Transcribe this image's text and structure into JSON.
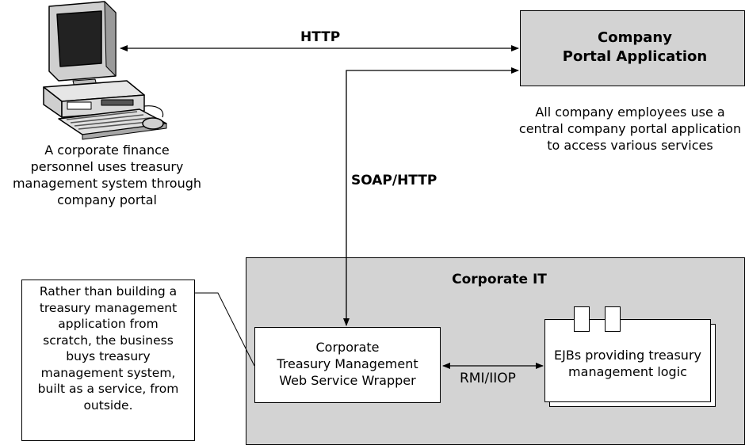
{
  "labels": {
    "http": "HTTP",
    "soap_http": "SOAP/HTTP",
    "rmi_iiop": "RMI/IIOP"
  },
  "portal": {
    "title": "Company\nPortal Application",
    "caption": "All company employees use a\ncentral company portal application\nto access various services"
  },
  "computer": {
    "caption": "A corporate finance\npersonnel uses treasury\nmanagement system through\ncompany portal"
  },
  "corporate_it": {
    "title": "Corporate IT"
  },
  "wrapper": {
    "label": "Corporate\nTreasury Management\nWeb Service Wrapper"
  },
  "ejbs": {
    "label": "EJBs providing treasury\nmanagement logic"
  },
  "note": {
    "text": "Rather than building a\ntreasury management\napplication from\nscratch, the business\nbuys treasury\nmanagement system,\nbuilt as a service, from\noutside."
  },
  "colors": {
    "box_gray": "#d3d3d3",
    "line": "#000000"
  }
}
